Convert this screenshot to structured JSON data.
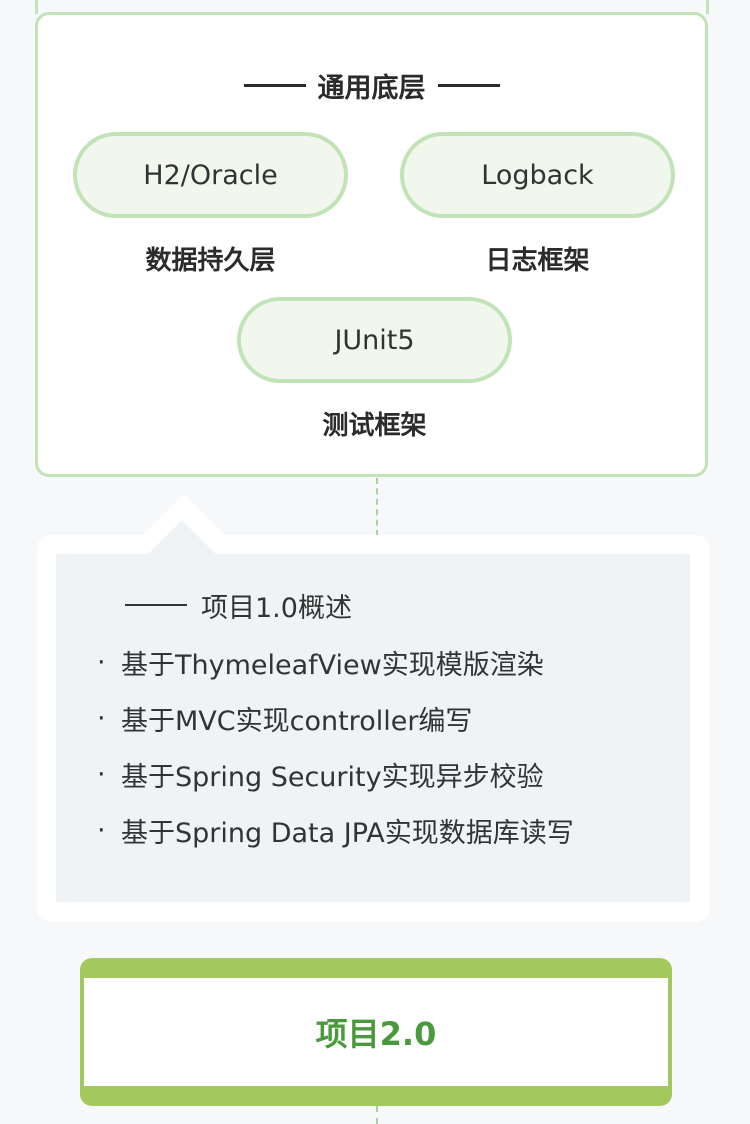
{
  "layer": {
    "title": "通用底层",
    "components": [
      {
        "name": "H2/Oracle",
        "caption": "数据持久层"
      },
      {
        "name": "Logback",
        "caption": "日志框架"
      },
      {
        "name": "JUnit5",
        "caption": "测试框架"
      }
    ]
  },
  "note": {
    "heading": "项目1.0概述",
    "bullet": "·",
    "items": [
      "基于ThymeleafView实现模版渲染",
      "基于MVC实现controller编写",
      "基于Spring Security实现异步校验",
      "基于Spring Data JPA实现数据库读写"
    ]
  },
  "next_stage": {
    "label": "项目2.0"
  },
  "colors": {
    "accent_green": "#a3c95d",
    "pill_border": "#c2e2b8",
    "pill_fill": "#f1f7ec",
    "stage_text": "#4a9a3d",
    "note_bg": "#eff3f6"
  }
}
